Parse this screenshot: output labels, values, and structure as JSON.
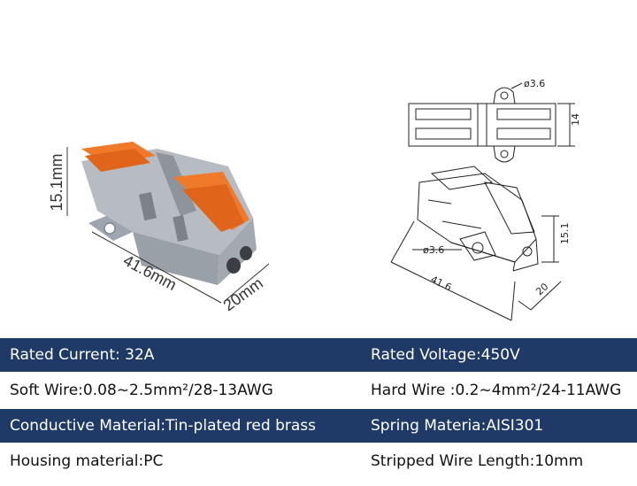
{
  "photo_dims": {
    "height": "15.1mm",
    "length": "41.6mm",
    "width": "20mm"
  },
  "drawing_dims": {
    "hole_top": "ø3.6",
    "top_height": "14",
    "hole_iso": "ø3.6",
    "iso_length": "41.6",
    "iso_height": "15.1",
    "iso_width": "20"
  },
  "colors": {
    "band": "#1f3a66",
    "housing": "#a9afb8",
    "lever": "#f07a2a"
  },
  "specs": [
    {
      "left": "Rated Current: 32A",
      "right": "Rated Voltage:450V"
    },
    {
      "left": "Soft Wire:0.08~2.5mm²/28-13AWG",
      "right": "Hard Wire :0.2~4mm²/24-11AWG"
    },
    {
      "left": "Conductive Material:Tin-plated red brass",
      "right": "Spring Materia:AISI301"
    },
    {
      "left": "Housing material:PC",
      "right": "Stripped Wire Length:10mm"
    }
  ]
}
